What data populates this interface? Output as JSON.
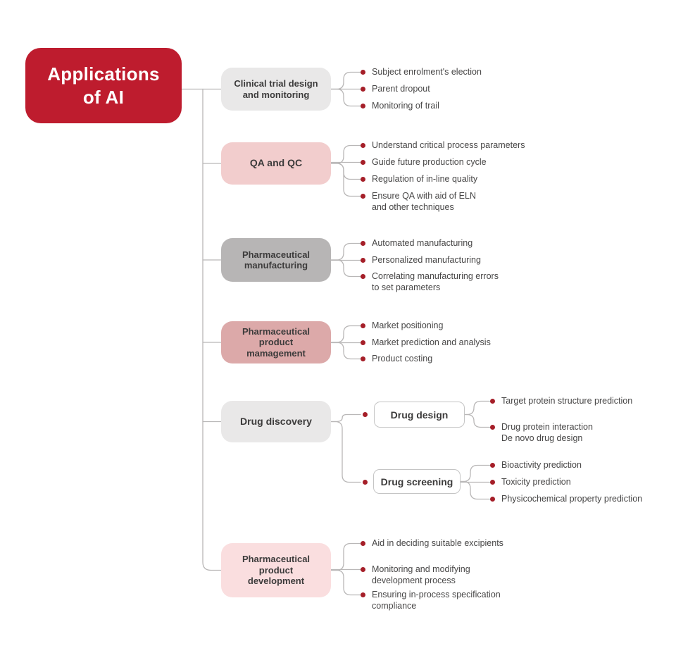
{
  "root": {
    "label": "Applications\nof AI"
  },
  "colors": {
    "root_red": "#be1c2e",
    "bullet_dot_red": "#a51e28",
    "connector_gray": "#b9b7b7",
    "node_gray_light": "#e9e8e8",
    "node_pink": "#f2cdcd",
    "node_gray_medium": "#b7b5b5",
    "node_rose": "#dca9a9",
    "node_pink_pale": "#fadedf",
    "text_dark": "#3c3b3b"
  },
  "branches": [
    {
      "label": "Clinical trial design\nand monitoring",
      "items": [
        "Subject enrolment's election",
        "Parent dropout",
        "Monitoring of trail"
      ]
    },
    {
      "label": "QA and QC",
      "items": [
        "Understand critical process parameters",
        "Guide future production cycle",
        "Regulation of in-line quality",
        "Ensure QA with aid of ELN\nand other techniques"
      ]
    },
    {
      "label": "Pharmaceutical\nmanufacturing",
      "items": [
        "Automated manufacturing",
        "Personalized manufacturing",
        "Correlating manufacturing errors\nto set parameters"
      ]
    },
    {
      "label": "Pharmaceutical\nproduct\nmamagement",
      "items": [
        "Market positioning",
        "Market prediction and analysis",
        "Product costing"
      ]
    },
    {
      "label": "Drug discovery",
      "children": [
        {
          "label": "Drug design",
          "items": [
            "Target protein structure prediction",
            "Drug protein interaction\nDe novo drug design"
          ]
        },
        {
          "label": "Drug screening",
          "items": [
            "Bioactivity prediction",
            "Toxicity prediction",
            "Physicochemical property prediction"
          ]
        }
      ]
    },
    {
      "label": "Pharmaceutical\nproduct\ndevelopment",
      "items": [
        "Aid in deciding suitable excipients",
        "Monitoring and modifying\ndevelopment process",
        "Ensuring in-process specification\ncompliance"
      ]
    }
  ]
}
